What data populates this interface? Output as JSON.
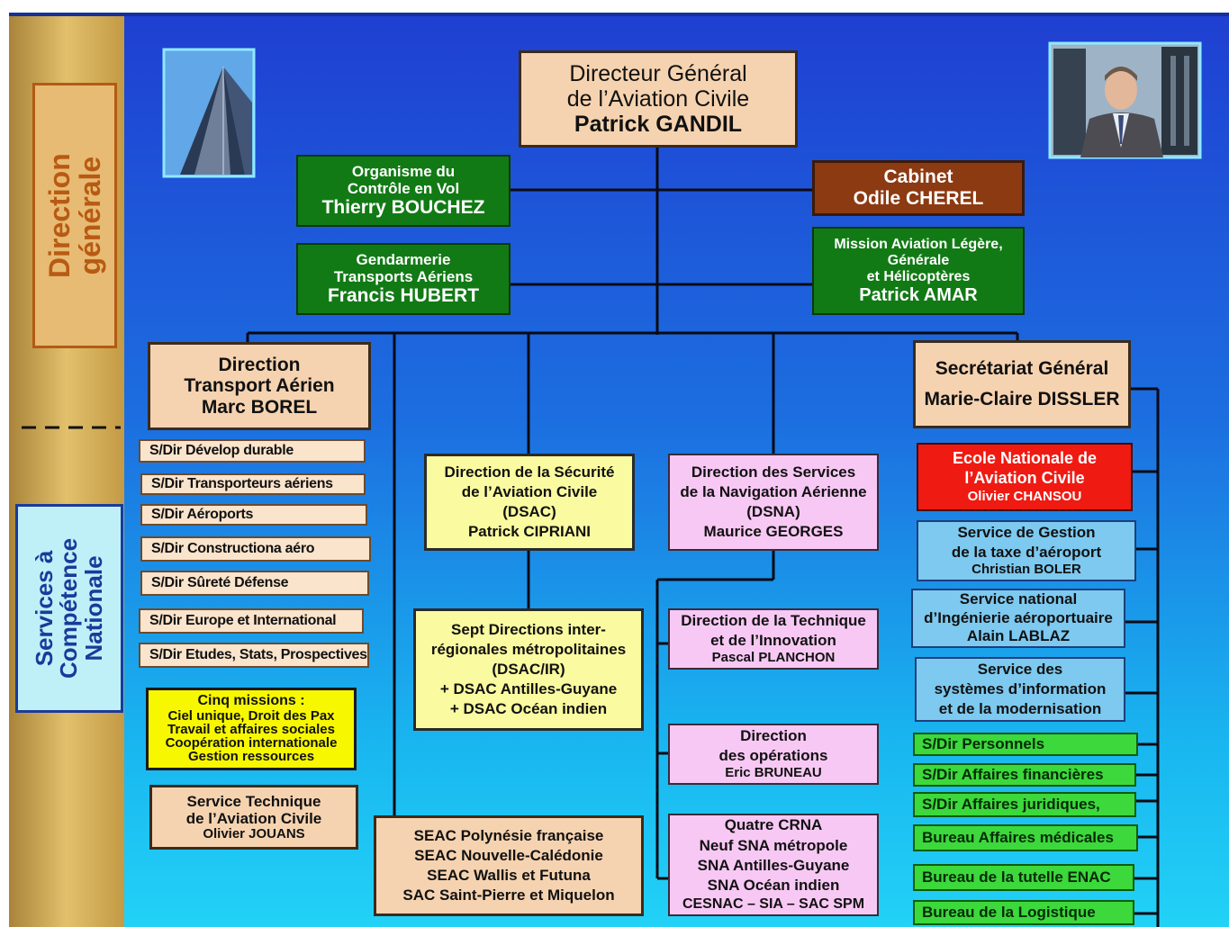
{
  "side_labels": {
    "direction_generale": [
      "Direction",
      "générale"
    ],
    "services_competence": [
      "Services à",
      "Compétence",
      "Nationale"
    ]
  },
  "dg": {
    "lines": [
      "Directeur Général",
      "de l’Aviation Civile"
    ],
    "name": "Patrick GANDIL"
  },
  "ocv": {
    "lines": [
      "Organisme du",
      "Contrôle en Vol"
    ],
    "name": "Thierry BOUCHEZ"
  },
  "gta": {
    "lines": [
      "Gendarmerie",
      "Transports Aériens"
    ],
    "name": "Francis HUBERT"
  },
  "cabinet": {
    "lines": [
      "Cabinet"
    ],
    "name": "Odile CHEREL"
  },
  "malgh": {
    "lines": [
      "Mission Aviation Légère,",
      "Générale",
      "et Hélicoptères"
    ],
    "name": "Patrick AMAR"
  },
  "dta": {
    "lines": [
      "Direction",
      "Transport Aérien"
    ],
    "name": "Marc BOREL",
    "subdirs": [
      "S/Dir Dévelop durable",
      "S/Dir Transporteurs  aériens",
      "S/Dir Aéroports",
      "S/Dir Constructiona  aéro",
      "S/Dir Sûreté Défense",
      "S/Dir Europe  et  International",
      "S/Dir Etudes, Stats, Prospectives"
    ],
    "missions": [
      "Cinq missions  :",
      "Ciel unique, Droit des Pax",
      "Travail et affaires sociales",
      "Coopération internationale",
      "Gestion ressources"
    ],
    "stac": {
      "lines": [
        "Service Technique",
        "de l’Aviation Civile"
      ],
      "name": "Olivier JOUANS"
    }
  },
  "dsac": {
    "lines": [
      "Direction de la Sécurité",
      "de l’Aviation Civile",
      "(DSAC)"
    ],
    "name": "Patrick CIPRIANI"
  },
  "dsac_ir": {
    "lines": [
      "Sept Directions  inter-",
      "régionales métropolitaines",
      "(DSAC/IR)",
      "+ DSAC  Antilles-Guyane",
      "+ DSAC  Océan indien"
    ]
  },
  "seac": {
    "lines": [
      "SEAC  Polynésie française",
      "SEAC  Nouvelle-Calédonie",
      "SEAC  Wallis et Futuna",
      "SAC  Saint-Pierre et Miquelon"
    ]
  },
  "dsna": {
    "lines": [
      "Direction des  Services",
      "de la Navigation Aérienne",
      "(DSNA)"
    ],
    "name": "Maurice GEORGES"
  },
  "dti": {
    "lines": [
      "Direction de la Technique",
      "et de l’Innovation"
    ],
    "name": "Pascal PLANCHON"
  },
  "dsna_do": {
    "lines": [
      "Direction",
      "des opérations"
    ],
    "name": "Eric BRUNEAU"
  },
  "crna": {
    "lines": [
      "Quatre CRNA",
      "Neuf SNA métropole",
      "SNA  Antilles-Guyane",
      "SNA  Océan indien",
      "CESNAC – SIA – SAC SPM"
    ]
  },
  "sg": {
    "lines": [
      "Secrétariat Général"
    ],
    "name": "Marie-Claire DISSLER"
  },
  "enac": {
    "lines": [
      "Ecole Nationale de",
      "l’Aviation Civile"
    ],
    "name": "Olivier CHANSOU"
  },
  "sgta": {
    "lines": [
      "Service de Gestion",
      "de la taxe d’aéroport"
    ],
    "name": "Christian BOLER"
  },
  "snia": {
    "lines": [
      "Service national",
      "d’Ingénierie aéroportuaire"
    ],
    "name": "Alain LABLAZ"
  },
  "ssim": {
    "lines": [
      "Service des",
      "systèmes  d’information",
      "et de la modernisation"
    ]
  },
  "sg_units": [
    "S/Dir Personnels",
    "S/Dir Affaires financières",
    "S/Dir Affaires juridiques,",
    "Bureau Affaires  médicales",
    "Bureau de la tutelle ENAC",
    "Bureau de la Logistique"
  ],
  "photos": {
    "building": "building-photo",
    "director": "director-portrait-photo"
  }
}
